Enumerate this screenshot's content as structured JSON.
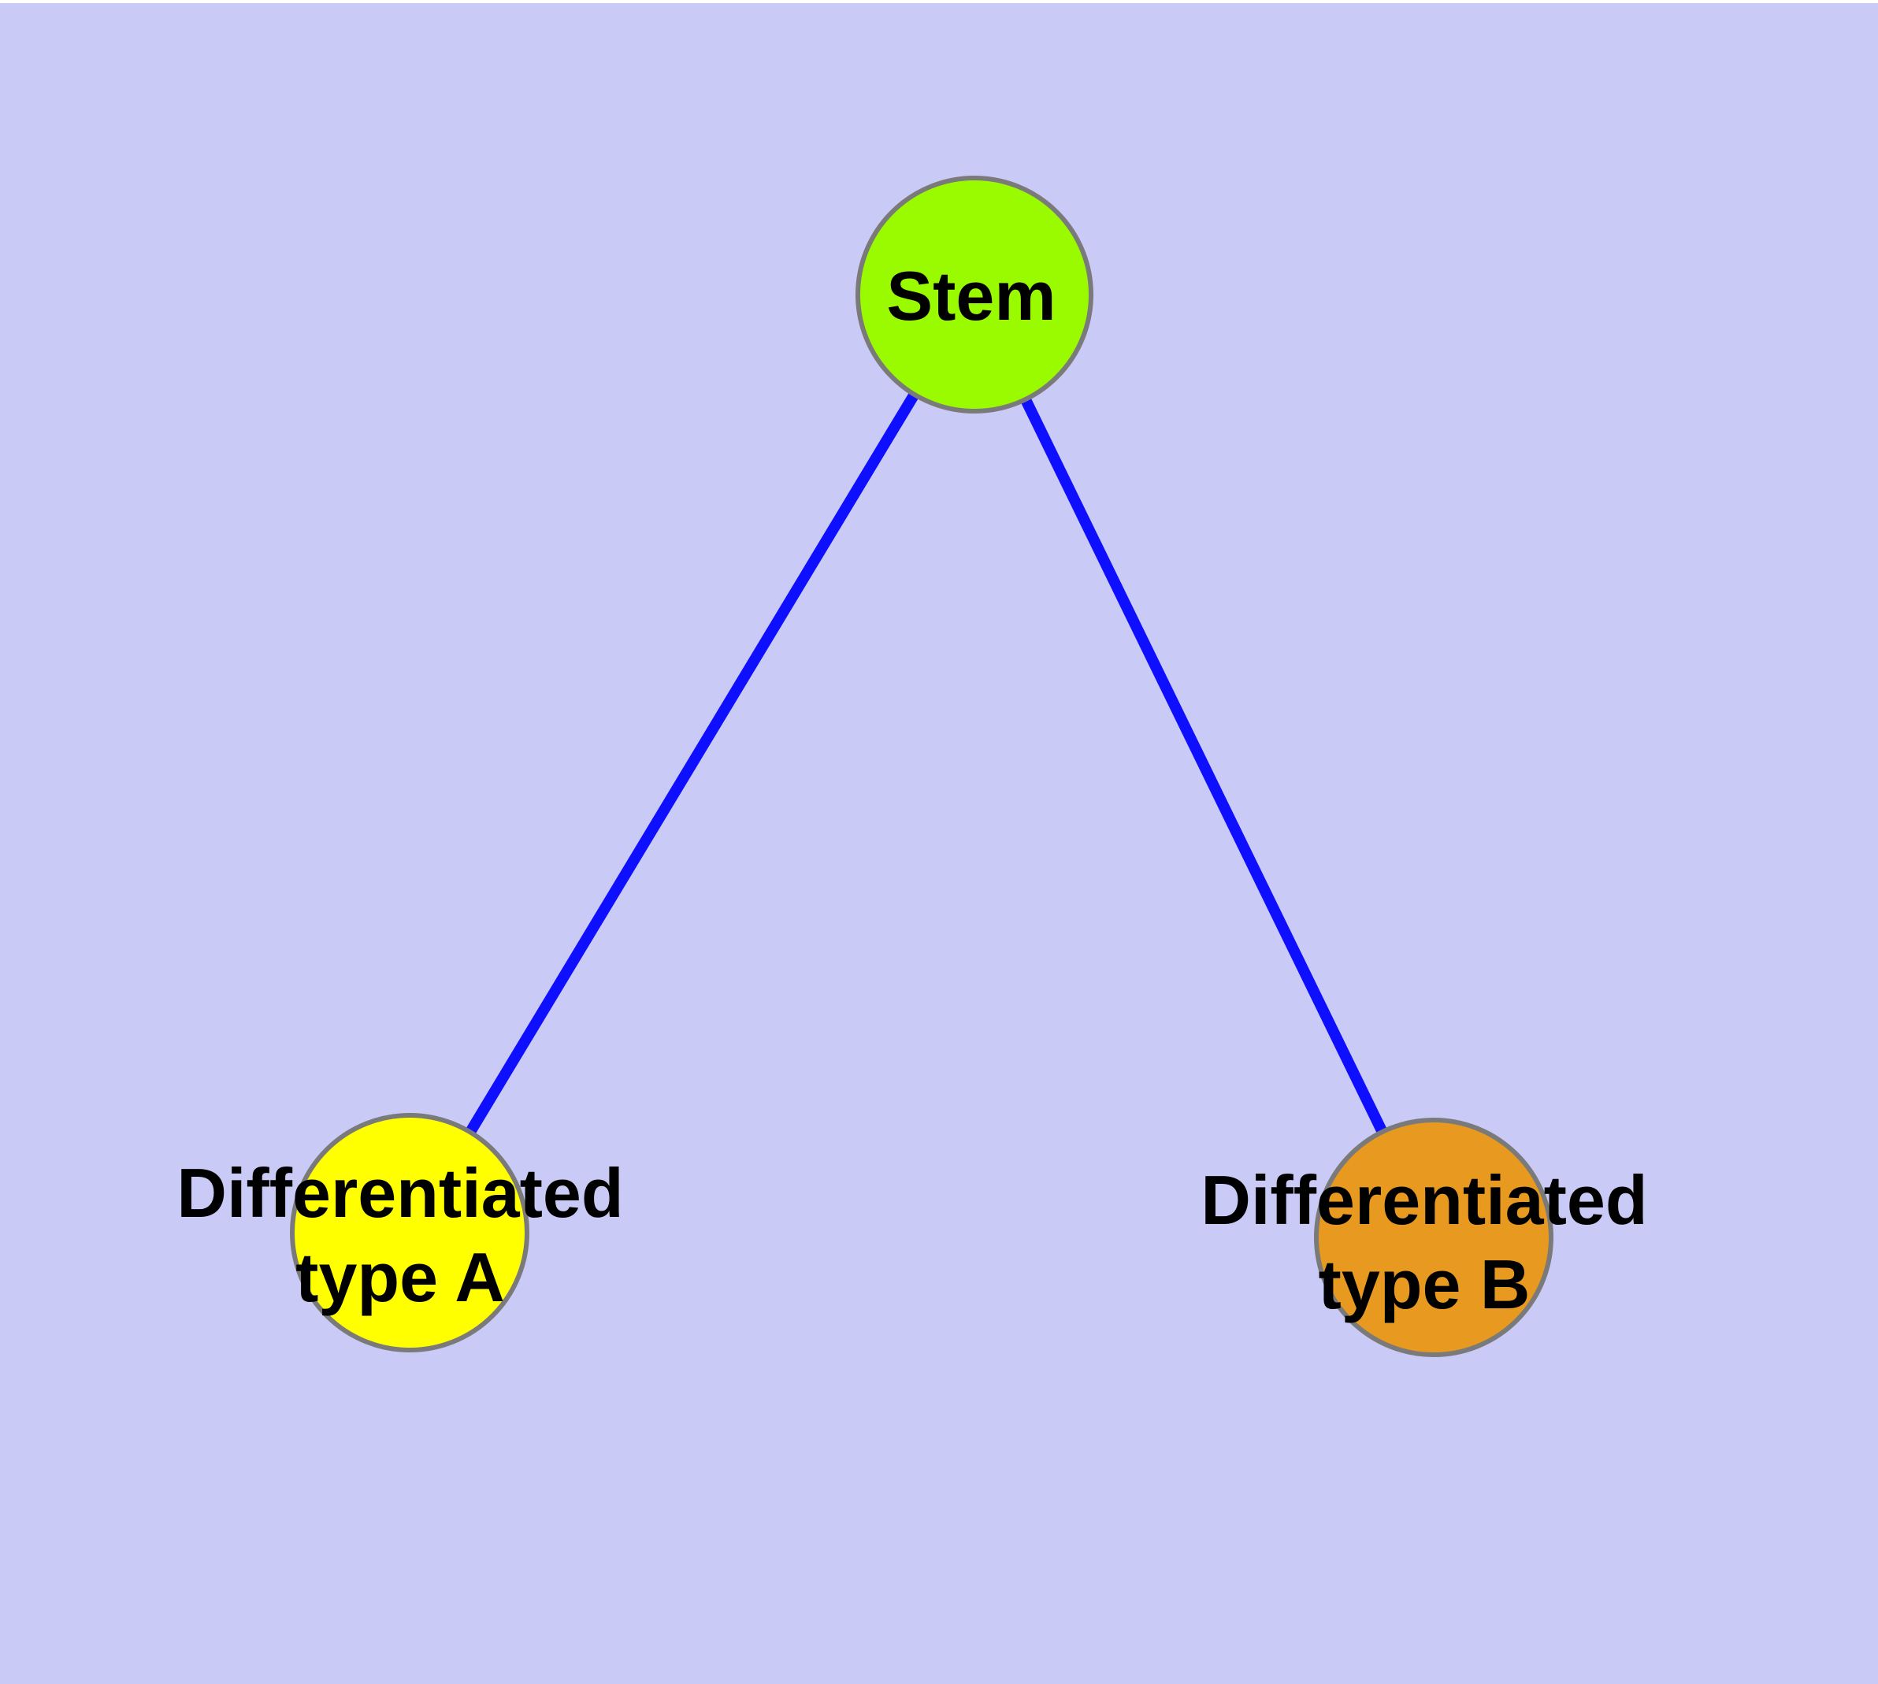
{
  "canvas": {
    "background_color": "#cacaf7",
    "top_strip_color": "#ffffff"
  },
  "diagram": {
    "node_border_color": "#7a7a7a",
    "edge_color": "#0f0fff",
    "nodes": {
      "stem": {
        "label": "Stem",
        "fill": "#9afb00"
      },
      "type_a": {
        "label_line1": "Differentiated",
        "label_line2": "type A",
        "fill": "#ffff00"
      },
      "type_b": {
        "label_line1": "Differentiated",
        "label_line2": "type B",
        "fill": "#e8991f"
      }
    },
    "edges": [
      {
        "from": "Stem",
        "to": "Differentiated type A",
        "color": "#0f0fff"
      },
      {
        "from": "Stem",
        "to": "Differentiated type B",
        "color": "#0f0fff"
      }
    ]
  }
}
